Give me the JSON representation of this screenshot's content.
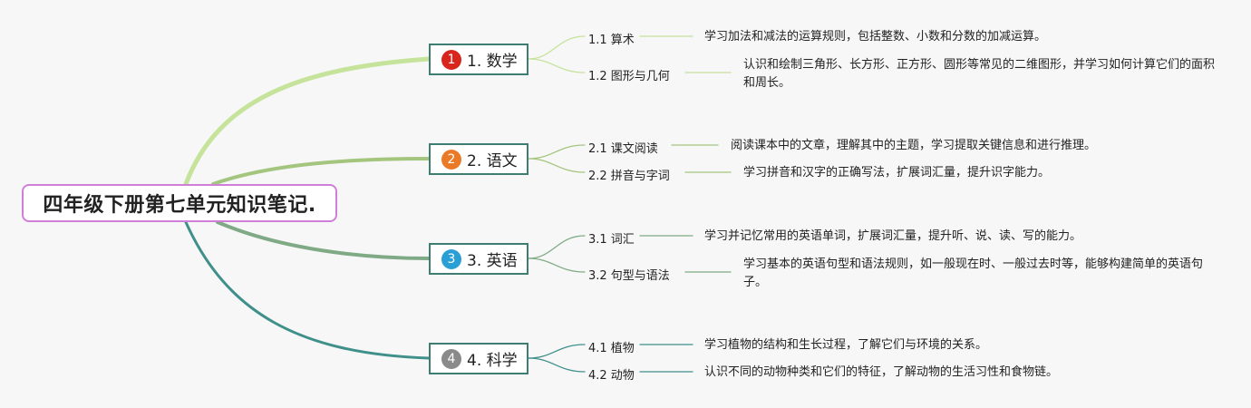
{
  "root": {
    "title": "四年级下册第七单元知识笔记."
  },
  "topics": [
    {
      "number": "1",
      "label": "1. 数学",
      "badge_color": "#d9261c",
      "children": [
        {
          "label": "1.1 算术",
          "description": "学习加法和减法的运算规则，包括整数、小数和分数的加减运算。"
        },
        {
          "label": "1.2 图形与几何",
          "description": "认识和绘制三角形、长方形、正方形、圆形等常见的二维图形，并学习如何计算它们的面积和周长。"
        }
      ]
    },
    {
      "number": "2",
      "label": "2. 语文",
      "badge_color": "#ea7a27",
      "children": [
        {
          "label": "2.1 课文阅读",
          "description": "阅读课本中的文章，理解其中的主题，学习提取关键信息和进行推理。"
        },
        {
          "label": "2.2 拼音与字词",
          "description": "学习拼音和汉字的正确写法，扩展词汇量，提升识字能力。"
        }
      ]
    },
    {
      "number": "3",
      "label": "3. 英语",
      "badge_color": "#2a9fd6",
      "children": [
        {
          "label": "3.1 词汇",
          "description": "学习并记忆常用的英语单词，扩展词汇量，提升听、说、读、写的能力。"
        },
        {
          "label": "3.2 句型与语法",
          "description": "学习基本的英语句型和语法规则，如一般现在时、一般过去时等，能够构建简单的英语句子。"
        }
      ]
    },
    {
      "number": "4",
      "label": "4. 科学",
      "badge_color": "#8a8a8a",
      "children": [
        {
          "label": "4.1 植物",
          "description": "学习植物的结构和生长过程，了解它们与环境的关系。"
        },
        {
          "label": "4.2 动物",
          "description": "认识不同的动物种类和它们的特征，了解动物的生活习性和食物链。"
        }
      ]
    }
  ],
  "colors": {
    "branch_1": "#c5e39a",
    "branch_2": "#a3c57d",
    "branch_3": "#7faa85",
    "branch_4": "#3f8f8a",
    "root_border": "#d07fd8",
    "topic_border": "#3d7d72"
  }
}
